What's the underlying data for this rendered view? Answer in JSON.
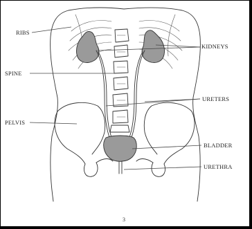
{
  "labels": {
    "ribs": "RIBS",
    "kidneys": "KIDNEYS",
    "spine": "SPINE",
    "ureters": "URETERS",
    "pelvis": "PELVIS",
    "bladder": "BLADDER",
    "urethra": "URETHRA"
  },
  "page_number": "3",
  "colors": {
    "frame": "#000000",
    "paper": "#ffffff",
    "organ_fill": "#9a9a9a",
    "line": "#333333"
  }
}
